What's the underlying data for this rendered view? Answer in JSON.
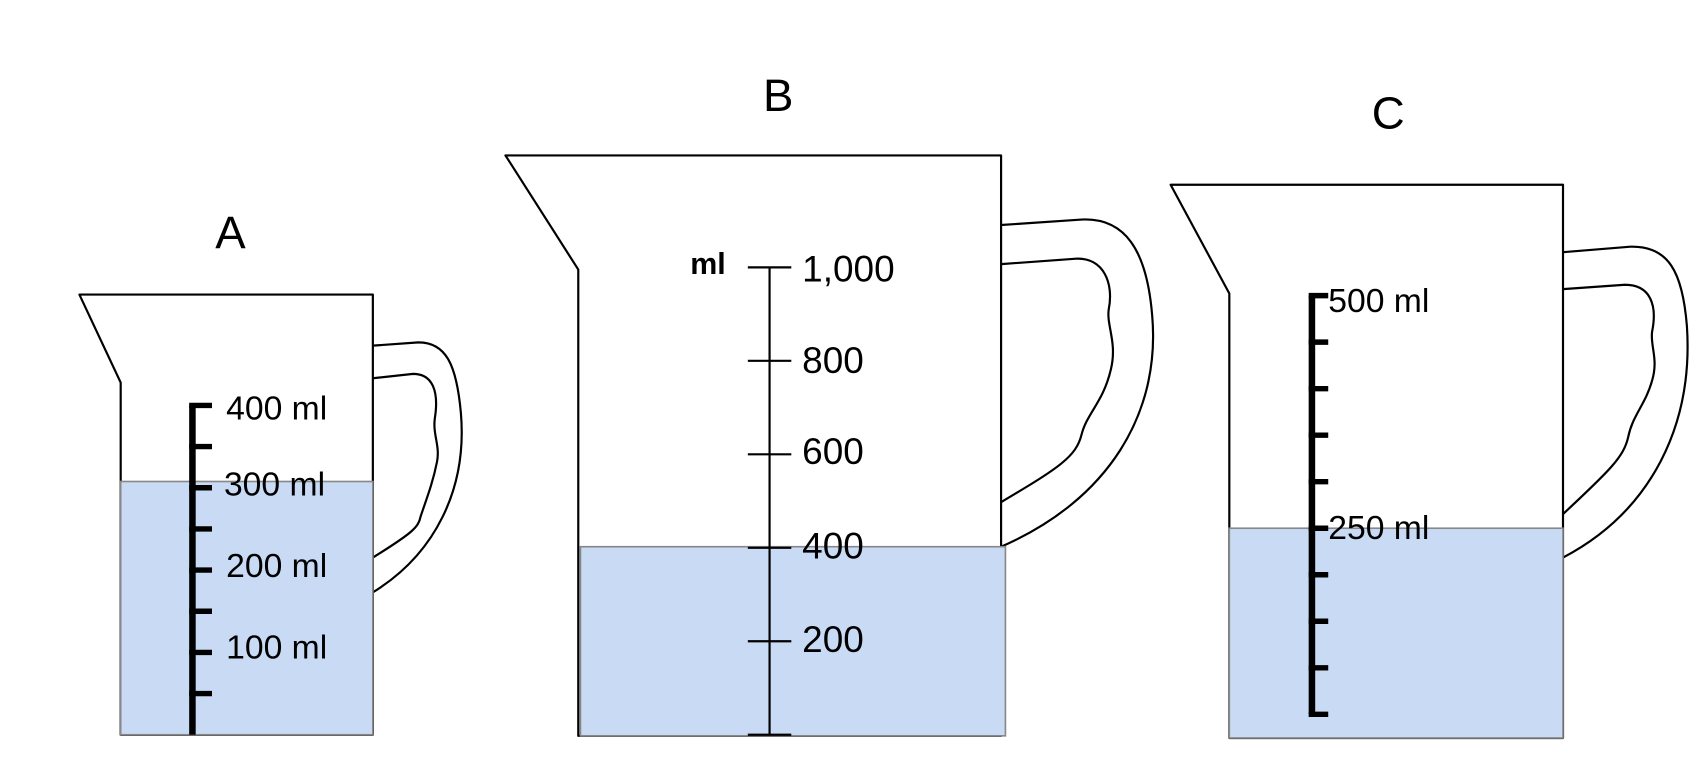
{
  "colors": {
    "water": "#c9daf5"
  },
  "jugs": {
    "a": {
      "letter": "A",
      "labels": [
        "400 ml",
        "300 ml",
        "200 ml",
        "100 ml"
      ],
      "capacity_ml": 400,
      "scale_step_ml": 50,
      "water_ml": 300
    },
    "b": {
      "letter": "B",
      "unit": "ml",
      "labels": [
        "1,000",
        "800",
        "600",
        "400",
        "200"
      ],
      "capacity_ml": 1000,
      "scale_step_ml": 200,
      "water_ml": 400
    },
    "c": {
      "letter": "C",
      "labels": [
        "500 ml",
        "250 ml"
      ],
      "capacity_ml": 500,
      "scale_step_ml": 50,
      "water_ml": 250
    }
  }
}
